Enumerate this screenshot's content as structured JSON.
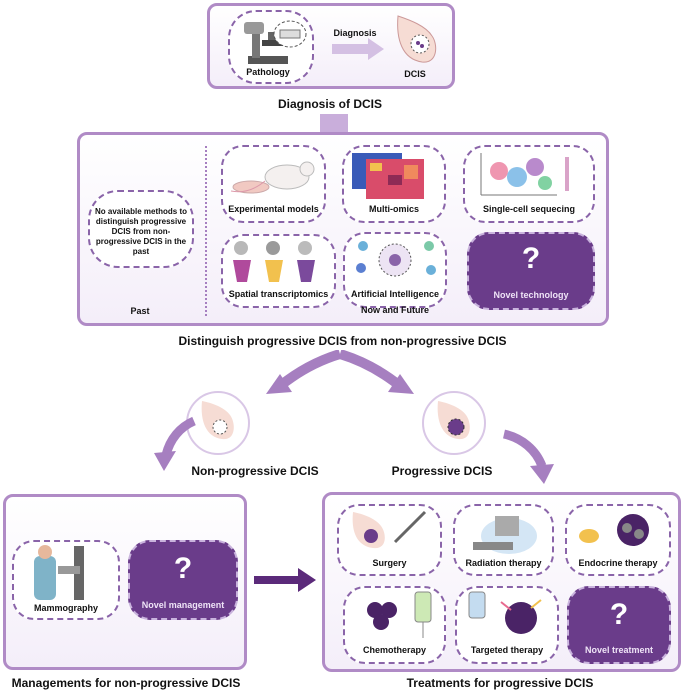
{
  "top": {
    "pathology_label": "Pathology",
    "diagnosis_label": "Diagnosis",
    "dcis_label": "DCIS",
    "caption": "Diagnosis of DCIS"
  },
  "middle": {
    "past_text": "No available methods to distinguish progressive DCIS from non-progressive DCIS in the past",
    "past_label": "Past",
    "now_label": "Now and Future",
    "items": [
      "Experimental models",
      "Multi-omics",
      "Single-cell sequecing",
      "Spatial transcriptomics",
      "Artificial Intelligence",
      "Novel technology"
    ],
    "caption": "Distinguish progressive DCIS from non-progressive DCIS"
  },
  "branches": {
    "non_progressive": "Non-progressive DCIS",
    "progressive": "Progressive DCIS"
  },
  "left_panel": {
    "mammography": "Mammography",
    "novel": "Novel management",
    "caption": "Managements for non-progressive DCIS"
  },
  "right_panel": {
    "items": [
      "Surgery",
      "Radiation therapy",
      "Endocrine therapy",
      "Chemotherapy",
      "Targeted therapy",
      "Novel treatment"
    ],
    "caption": "Treatments for progressive DCIS"
  },
  "question_mark": "?",
  "colors": {
    "accent": "#7b4a9c",
    "panel_border": "#b08bc6",
    "dark_purple": "#6a3c8a"
  }
}
